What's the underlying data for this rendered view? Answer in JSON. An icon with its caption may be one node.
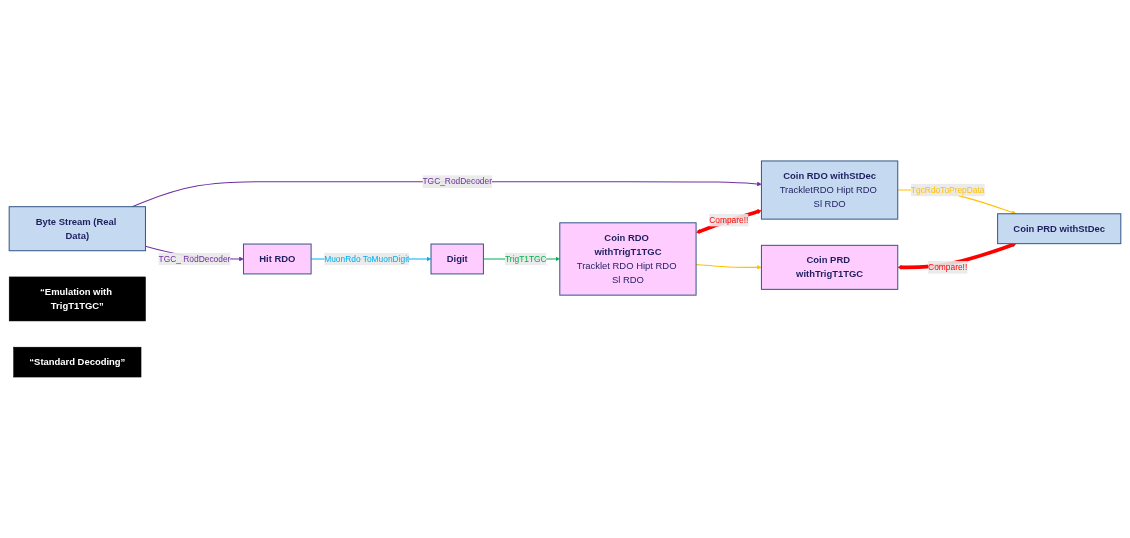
{
  "diagram": {
    "nodes": [
      {
        "text": [
          "Byte Stream (Real Data)"
        ]
      },
      {
        "text": [
          "“Emulation with TrigT1TGC”"
        ]
      },
      {
        "text": [
          "Hit RDO"
        ]
      },
      {
        "text": [
          "Digit"
        ]
      },
      {
        "text": [
          "Coin RDO withTrigT1TGC",
          "Tracklet RDO Hipt RDO Sl RDO"
        ]
      },
      {
        "text": [
          "Coin PRD withTrigT1TGC"
        ]
      },
      {
        "text": [
          "Coin RDO withStDec",
          "TrackletRDO Hipt RDO Sl RDO"
        ]
      },
      {
        "text": [
          "Coin PRD withStDec"
        ]
      },
      {
        "text": [
          "“Standard Decoding”"
        ]
      }
    ],
    "edges": [
      {
        "from": 0,
        "to": 2,
        "arrow": "to",
        "label": "TGC_ RodDecoder",
        "color": "#7030a0"
      },
      {
        "from": 2,
        "to": 3,
        "arrow": "to",
        "label": "MuonRdo ToMuonDigit",
        "color": "#00b0f0"
      },
      {
        "from": 3,
        "to": 4,
        "arrow": "to",
        "label": "TrigT1TGC",
        "color": "#00b050"
      },
      {
        "from": 4,
        "to": 5,
        "arrow": "to",
        "color": "#ffc000"
      },
      {
        "from": 0,
        "to": 6,
        "arrow": "to",
        "label": "TGC_RodDecoder",
        "color": "#7030a0"
      },
      {
        "from": 6,
        "to": 7,
        "arrow": "to",
        "label": "TgcRdoToPrepData",
        "color": "#ffc000"
      },
      {
        "from": 4,
        "to": 6,
        "arrow": "both",
        "label": "Compare!!",
        "style": "thick",
        "color": "#ff0000"
      },
      {
        "from": 5,
        "to": 7,
        "arrow": "both",
        "label": "Compare!!",
        "style": "thick",
        "color": "#ff0000"
      }
    ]
  }
}
